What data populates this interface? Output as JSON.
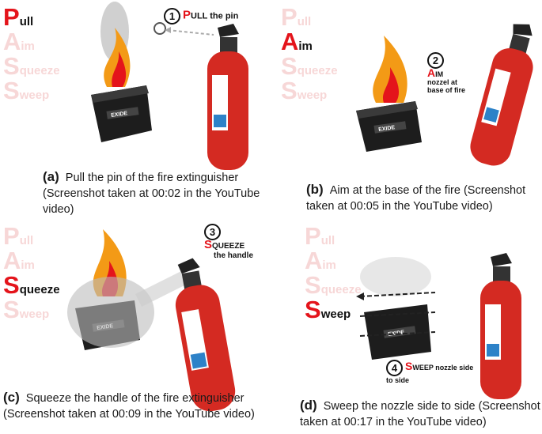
{
  "pass_letters": [
    {
      "letter": "P",
      "rest": "ull"
    },
    {
      "letter": "A",
      "rest": "im"
    },
    {
      "letter": "S",
      "rest": "queeze"
    },
    {
      "letter": "S",
      "rest": "weep"
    }
  ],
  "battery_brand": "EXIDE",
  "panels": [
    {
      "id": "a",
      "step_num": "1",
      "step_first": "P",
      "step_rest": "ULL",
      "step_detail": "the pin",
      "caption_label": "(a)",
      "caption_text": "Pull the pin of the fire extinguisher (Screenshot taken at 00:02 in the YouTube video)"
    },
    {
      "id": "b",
      "step_num": "2",
      "step_first": "A",
      "step_rest": "IM",
      "step_detail": "nozzel at base of fire",
      "caption_label": "(b)",
      "caption_text": "Aim at the base of the fire (Screenshot taken at 00:05 in the YouTube video)"
    },
    {
      "id": "c",
      "step_num": "3",
      "step_first": "S",
      "step_rest": "QUEEZE",
      "step_detail": "the handle",
      "caption_label": "(c)",
      "caption_text": "Squeeze the handle of the fire extinguisher (Screenshot taken at 00:09 in the YouTube video)"
    },
    {
      "id": "d",
      "step_num": "4",
      "step_first": "S",
      "step_rest": "WEEP",
      "step_detail": "nozzle side to side",
      "caption_label": "(d)",
      "caption_text": "Sweep the nozzle side to side (Screenshot taken at 00:17 in the YouTube video)"
    }
  ],
  "colors": {
    "accent_red": "#e4141b",
    "faded_red": "#f7d7d7",
    "extinguisher": "#d42a22"
  }
}
